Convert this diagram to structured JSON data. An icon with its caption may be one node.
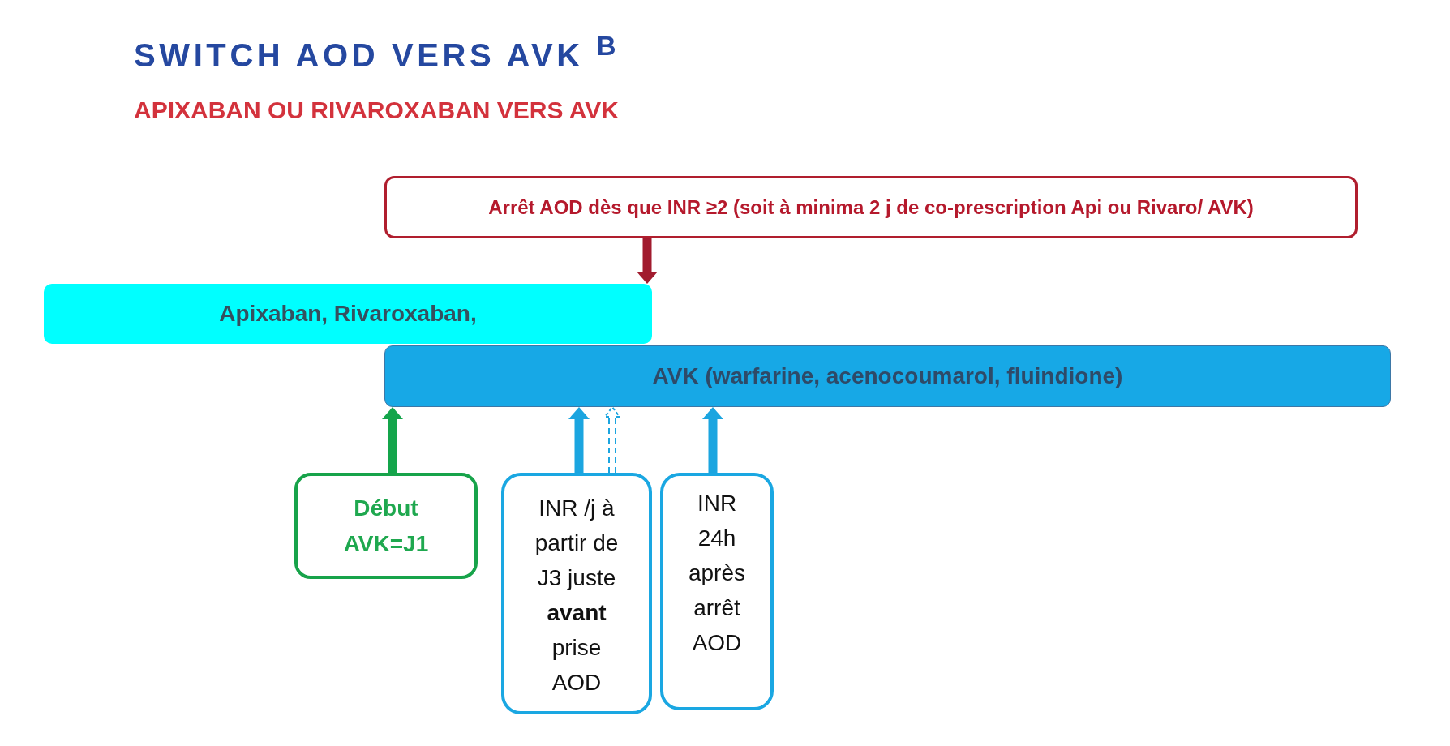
{
  "diagram": {
    "title": "SWITCH AOD VERS AVK $^{B}$",
    "nodes": [
      {
        "text": [
          "Arrêt AOD dès que INR ≥2 (soit à minima 2 j de co-prescription Api ou Rivaro/ AVK)"
        ]
      },
      {
        "text": [
          "Apixaban, Rivaroxaban,"
        ]
      },
      {
        "text": [
          "AVK (warfarine, acenocoumarol, fluindione)"
        ]
      },
      {
        "text": [
          "Début AVK=J1"
        ]
      },
      {
        "text": [
          "INR /j à partir de J3 juste **avant** prise AOD"
        ]
      },
      {
        "text": [
          "INR 24h après arrêt AOD"
        ]
      }
    ],
    "edges": [
      {
        "from": 0,
        "to": 1,
        "arrow": "to",
        "color": "#a11b2e"
      },
      {
        "from": 3,
        "to": 2,
        "arrow": "to",
        "color": "#14a54b"
      },
      {
        "from": 4,
        "to": 2,
        "arrow": "to"
      },
      {
        "from": 4,
        "to": 2,
        "arrow": "to",
        "style": "dashed"
      },
      {
        "from": 5,
        "to": 2,
        "arrow": "to"
      }
    ],
    "labels": [
      "APIXABAN OU RIVAROXABAN VERS AVK"
    ]
  }
}
